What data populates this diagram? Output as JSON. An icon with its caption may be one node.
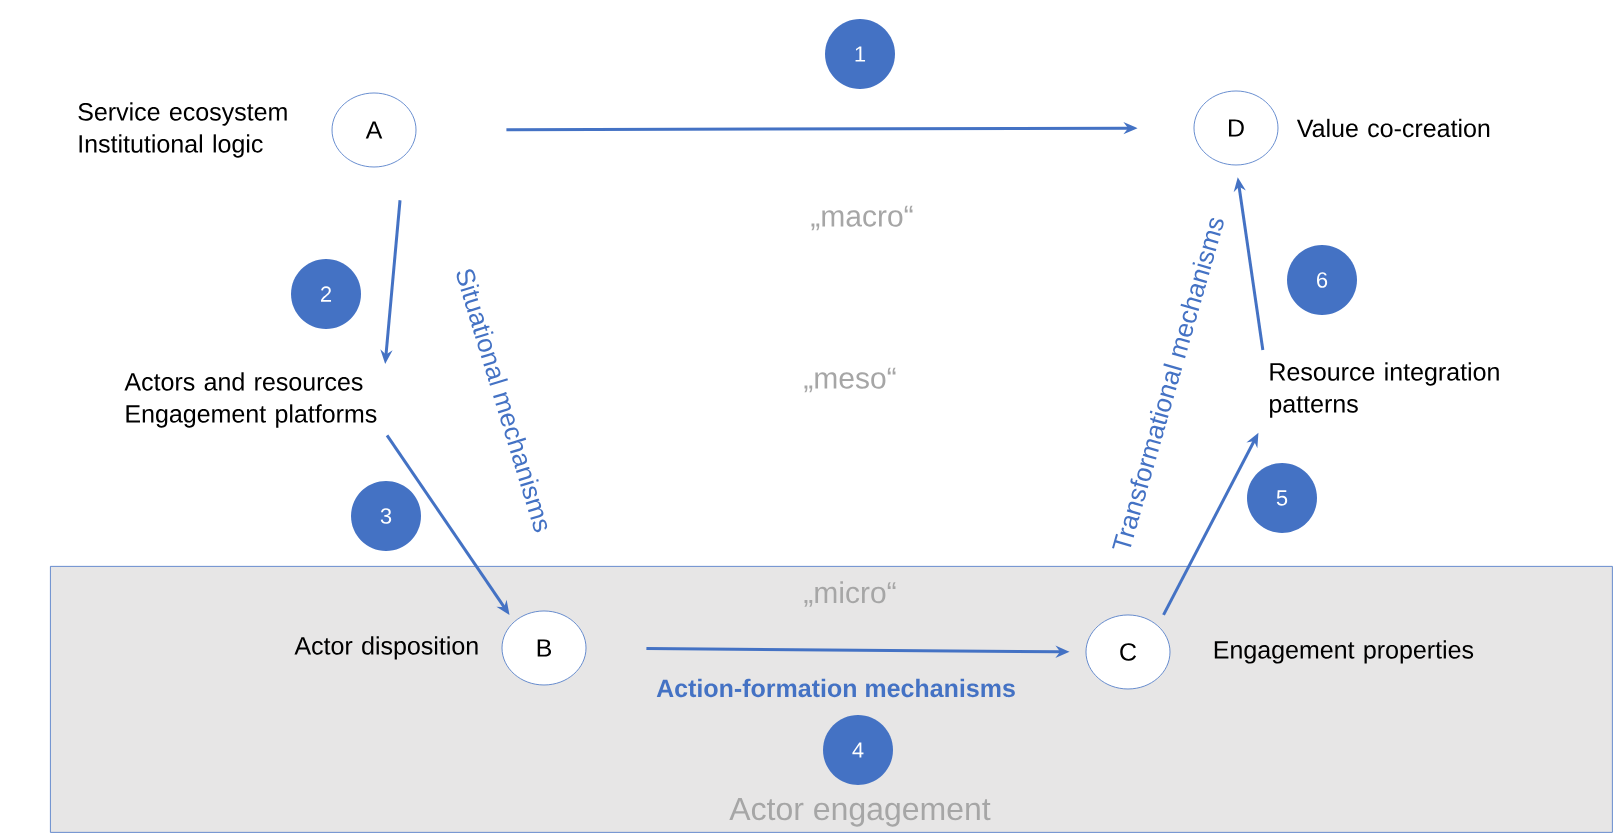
{
  "diagram": {
    "nodes": [
      {
        "text": [
          "Actor engagement"
        ]
      },
      {
        "text": [
          "A"
        ],
        "beside": [
          "Service ecosystem Institutional logic"
        ]
      },
      {
        "text": [
          "1"
        ]
      },
      {
        "text": [
          "D"
        ],
        "beside": [
          "Value co-creation"
        ]
      },
      {
        "text": [
          "2"
        ]
      },
      {
        "text": [
          "Actors and resources Engagement platforms"
        ]
      },
      {
        "text": [
          "6"
        ]
      },
      {
        "text": [
          "Resource integration patterns"
        ]
      },
      {
        "text": [
          "3"
        ]
      },
      {
        "text": [
          "5"
        ]
      },
      {
        "text": [
          "B"
        ],
        "beside": [
          "Actor disposition"
        ],
        "in": 0
      },
      {
        "text": [
          "C"
        ],
        "beside": [
          "Engagement properties"
        ],
        "in": 0
      },
      {
        "text": [
          "4"
        ],
        "in": 0
      }
    ],
    "edges": [
      {
        "from": 1,
        "to": 3,
        "arrow": "to"
      },
      {
        "from": 1,
        "to": 5,
        "arrow": "to"
      },
      {
        "from": 5,
        "to": 10,
        "arrow": "to"
      },
      {
        "from": 10,
        "to": 11,
        "arrow": "to",
        "label": "Action-formation mechanisms"
      },
      {
        "from": 11,
        "to": 7,
        "arrow": "to"
      },
      {
        "from": 7,
        "to": 3,
        "arrow": "to"
      }
    ],
    "labels": [
      "„macro“",
      "„meso“",
      "„micro“",
      "Situational mechanisms",
      "Transformational mechanisms"
    ]
  }
}
